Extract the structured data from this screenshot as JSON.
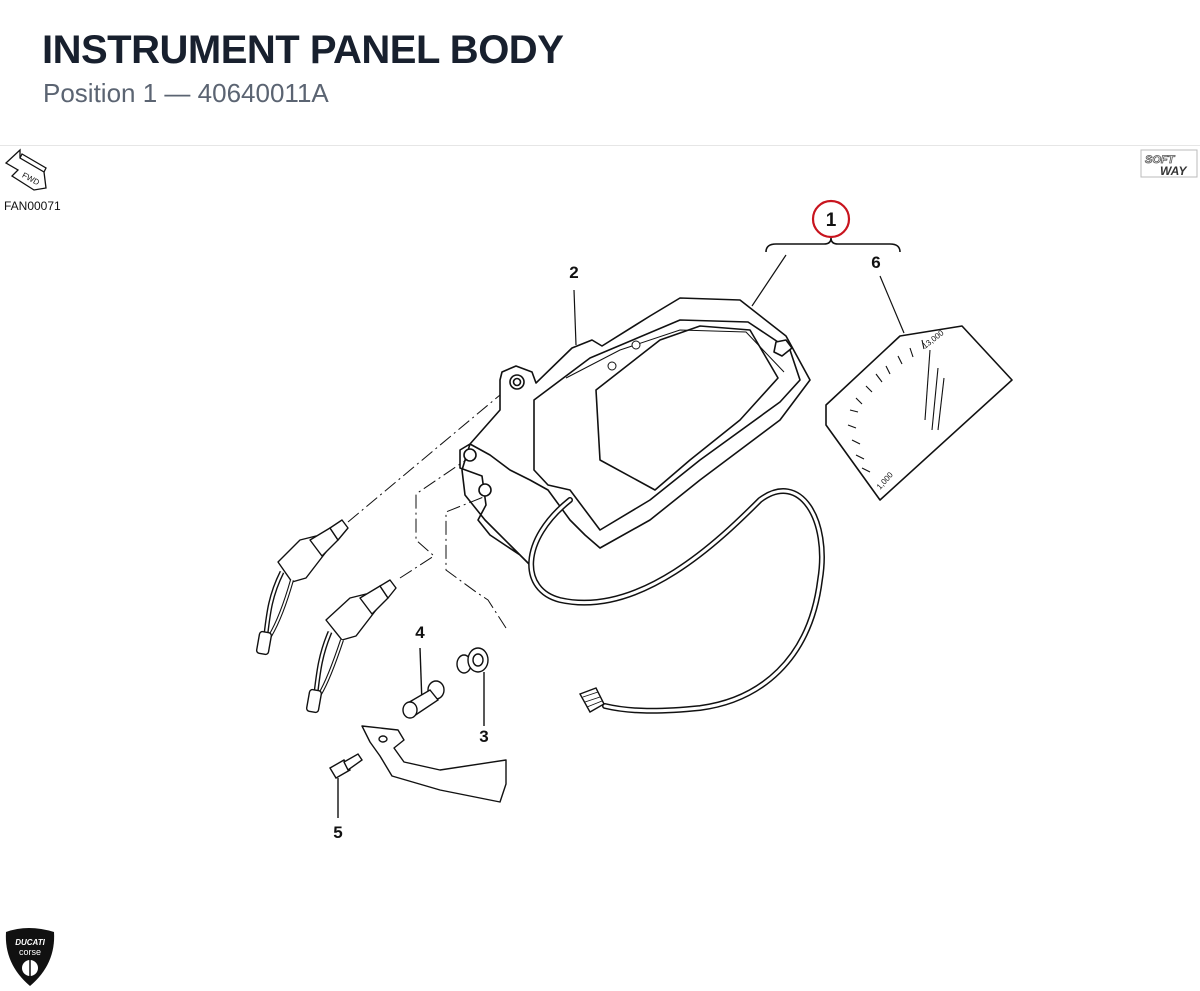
{
  "header": {
    "title": "INSTRUMENT PANEL BODY",
    "subtitle_position": "Position 1",
    "subtitle_separator": "—",
    "subtitle_part_number": "40640011A"
  },
  "diagram": {
    "figure_code": "FAN00071",
    "fwd_label": "FWD",
    "callouts": [
      "1",
      "2",
      "3",
      "4",
      "5",
      "6"
    ],
    "highlighted_callout": "1",
    "dial_labels": {
      "max": "13,000",
      "min": "1,000"
    },
    "icons": [
      "fwd-arrow-icon",
      "softway-logo",
      "ducati-corse-logo"
    ],
    "colors": {
      "highlight_ring": "#c8141e",
      "line": "#111111",
      "title": "#18202e",
      "subtitle": "#5b6472"
    }
  },
  "logos": {
    "softway_top": "SOFT",
    "softway_bottom": "WAY",
    "ducati_top": "DUCATI",
    "ducati_bottom": "corse"
  }
}
